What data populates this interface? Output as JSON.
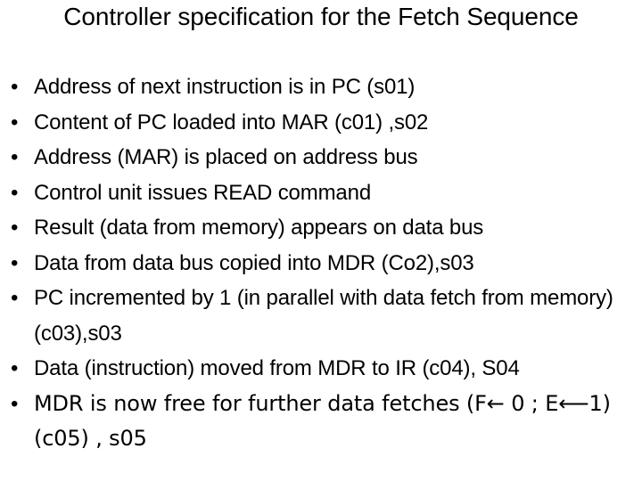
{
  "slide": {
    "title": "Controller specification for the Fetch Sequence",
    "title_lines": [
      "Controller specification for the Fetch",
      "Sequence"
    ],
    "background_color": "#ffffff",
    "text_color": "#000000",
    "bullet_glyph": "•",
    "bullets": [
      {
        "text": "Address of next instruction is in PC (s01)"
      },
      {
        "text": "Content of PC loaded into MAR (c01) ,s02"
      },
      {
        "text": "Address (MAR) is placed on address bus"
      },
      {
        "text": "Control unit issues READ command"
      },
      {
        "text": "Result (data from memory) appears on data bus"
      },
      {
        "text": "Data from data bus copied into MDR (Co2),s03"
      },
      {
        "text": "PC incremented by 1 (in parallel with data fetch from memory) (c03),s03"
      },
      {
        "text": "Data (instruction) moved from MDR to IR (c04), S04"
      },
      {
        "text": "MDR is now free for further data fetches (F← 0  ; E⟵1) (c05) , s05"
      }
    ]
  }
}
